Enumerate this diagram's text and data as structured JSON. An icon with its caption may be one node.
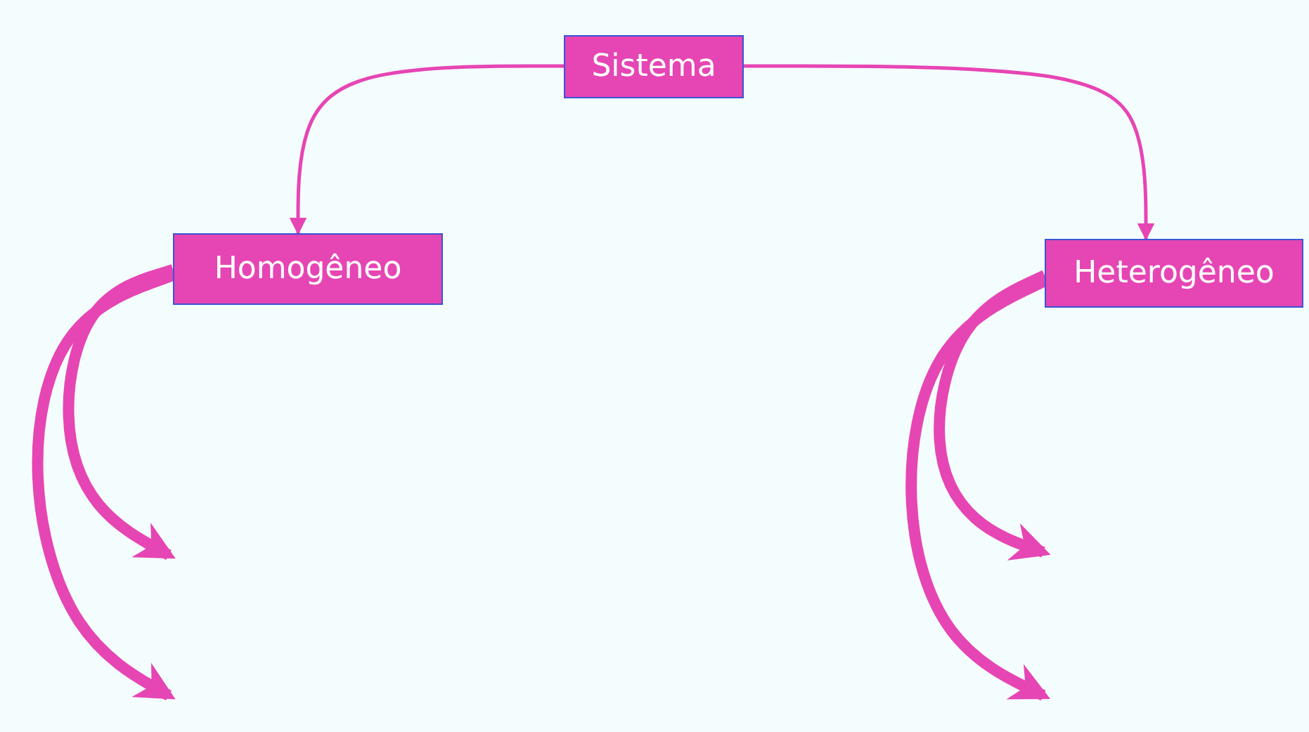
{
  "diagram": {
    "nodes": [
      {
        "text": [
          "Sistema"
        ]
      },
      {
        "text": [
          "Homogêneo"
        ]
      },
      {
        "text": [
          "Heterogêneo"
        ]
      }
    ],
    "edges": [
      {
        "from": 0,
        "to": 1,
        "arrow": "to"
      },
      {
        "from": 0,
        "to": 2,
        "arrow": "to"
      },
      {
        "from": 1,
        "to": null,
        "arrow": "to"
      },
      {
        "from": 1,
        "to": null,
        "arrow": "to"
      },
      {
        "from": 2,
        "to": null,
        "arrow": "to"
      },
      {
        "from": 2,
        "to": null,
        "arrow": "to"
      }
    ]
  }
}
